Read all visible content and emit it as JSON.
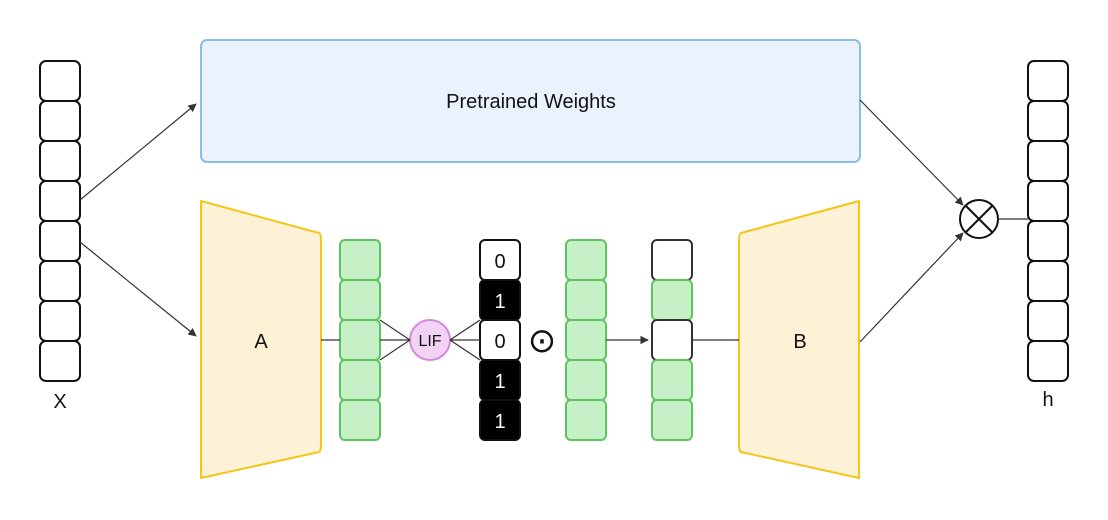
{
  "labels": {
    "input": "X",
    "output": "h",
    "pretrained": "Pretrained Weights",
    "a": "A",
    "b": "B",
    "lif": "LIF",
    "hadamard": "⊙",
    "combine": "⊗"
  },
  "spike_mask": [
    "0",
    "1",
    "0",
    "1",
    "1"
  ],
  "gated_vector": [
    false,
    true,
    false,
    true,
    true
  ],
  "colors": {
    "pretrained_fill": "#eaf3fd",
    "pretrained_stroke": "#8cbcea",
    "trapezoid_fill": "#fdf1d6",
    "trapezoid_stroke": "#f5c518",
    "green_fill": "#c6f0c6",
    "green_stroke": "#5ec45e",
    "lif_fill": "#f3d3f5",
    "lif_stroke": "#d58ad9",
    "spike_on": "#000000",
    "spike_off": "#ffffff",
    "arrow": "#333333"
  }
}
